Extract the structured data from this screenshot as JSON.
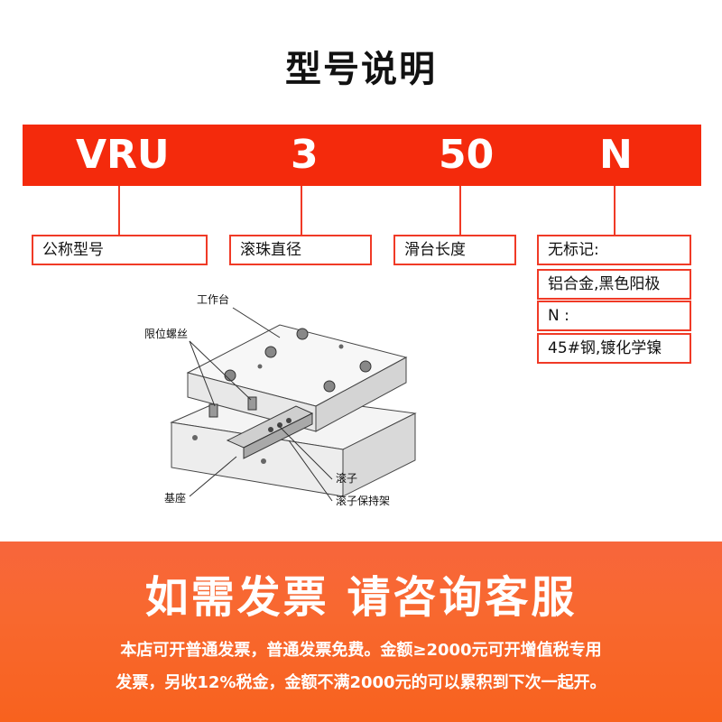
{
  "title": "型号说明",
  "codes": [
    "VRU",
    "3",
    "50",
    "N"
  ],
  "descriptions": [
    "公称型号",
    "滚珠直径",
    "滑台长度"
  ],
  "options": [
    "无标记:",
    "铝合金,黑色阳极",
    "N :",
    "45#钢,镀化学镍"
  ],
  "diagram_labels": {
    "table": "工作台",
    "screw": "限位螺丝",
    "roller": "滚子",
    "cage": "滚子保持架",
    "base": "基座"
  },
  "banner": {
    "headline": "如需发票 请咨询客服",
    "line1": "本店可开普通发票，普通发票免费。金额≥2000元可开增值税专用",
    "line2": "发票，另收12%税金，金额不满2000元的可以累积到下次一起开。"
  },
  "colors": {
    "accent": "#f42a0c",
    "banner": "#f8682f"
  }
}
